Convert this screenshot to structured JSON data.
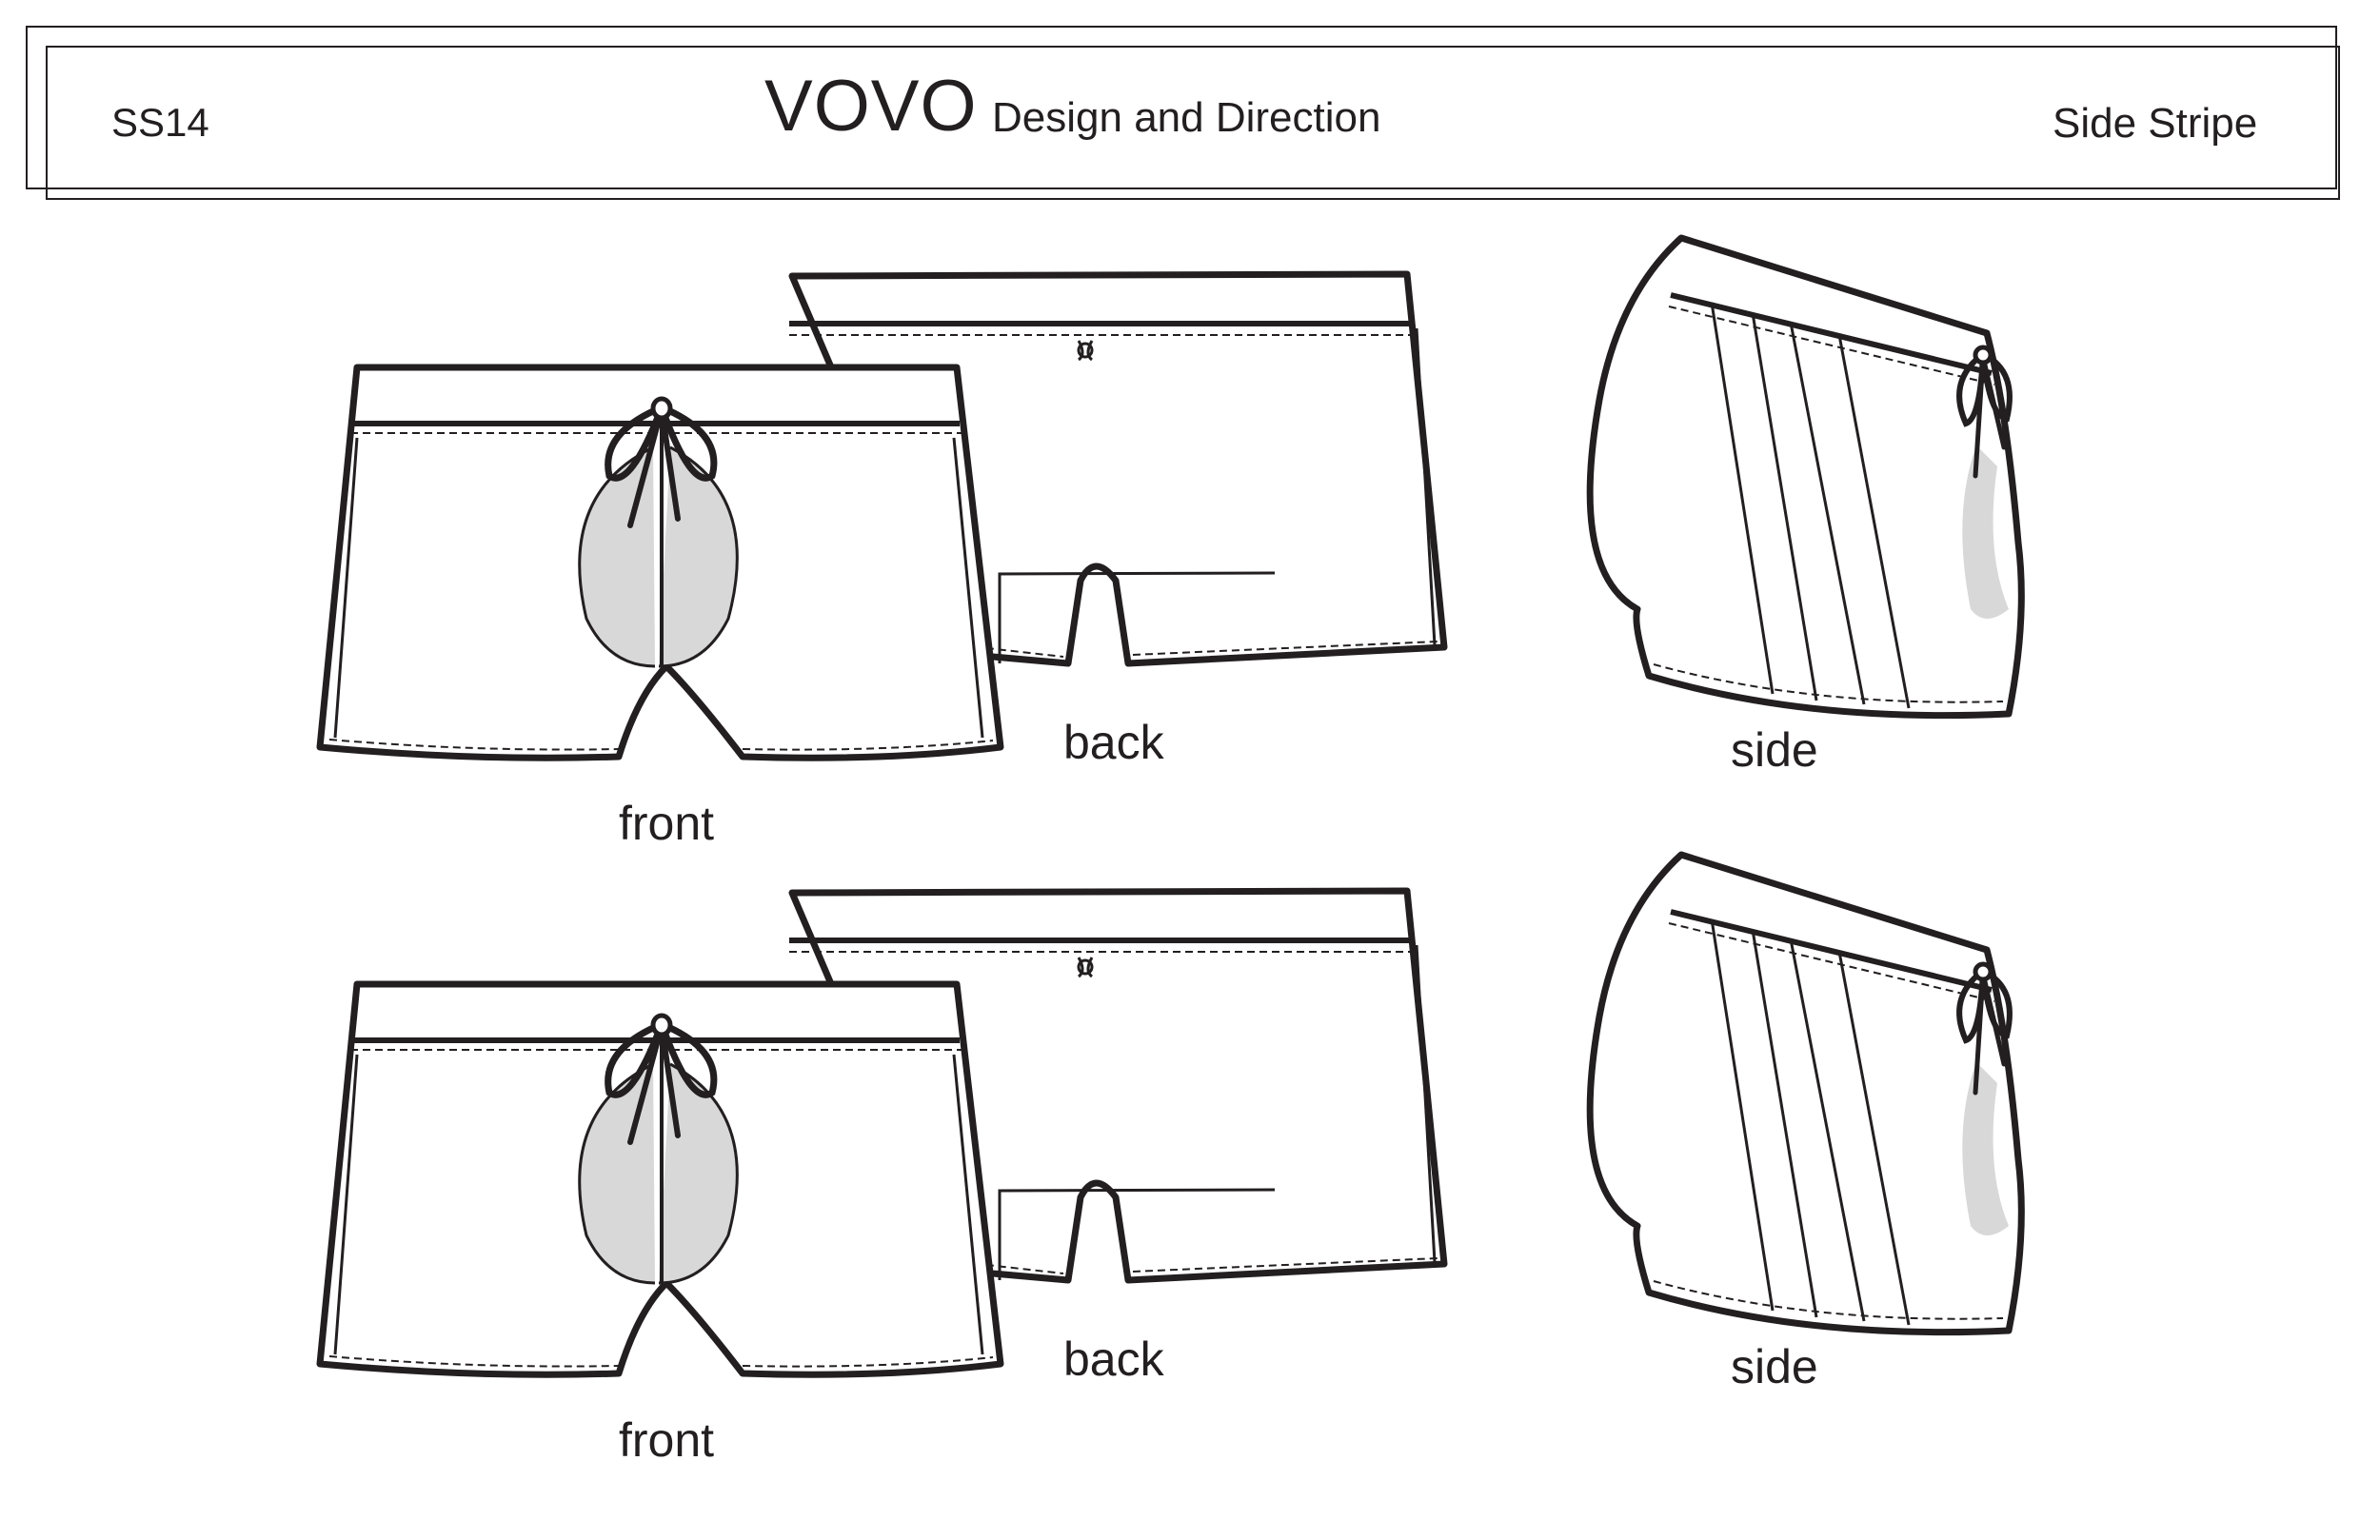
{
  "header": {
    "season": "SS14",
    "brand": "VOVO",
    "brand_subtitle": "Design and Direction",
    "style_name": "Side Stripe"
  },
  "views": {
    "front_label": "front",
    "back_label": "back",
    "side_label": "side"
  },
  "colors": {
    "line": "#231f20",
    "shade": "#d8d8d8",
    "paper": "#ffffff"
  }
}
